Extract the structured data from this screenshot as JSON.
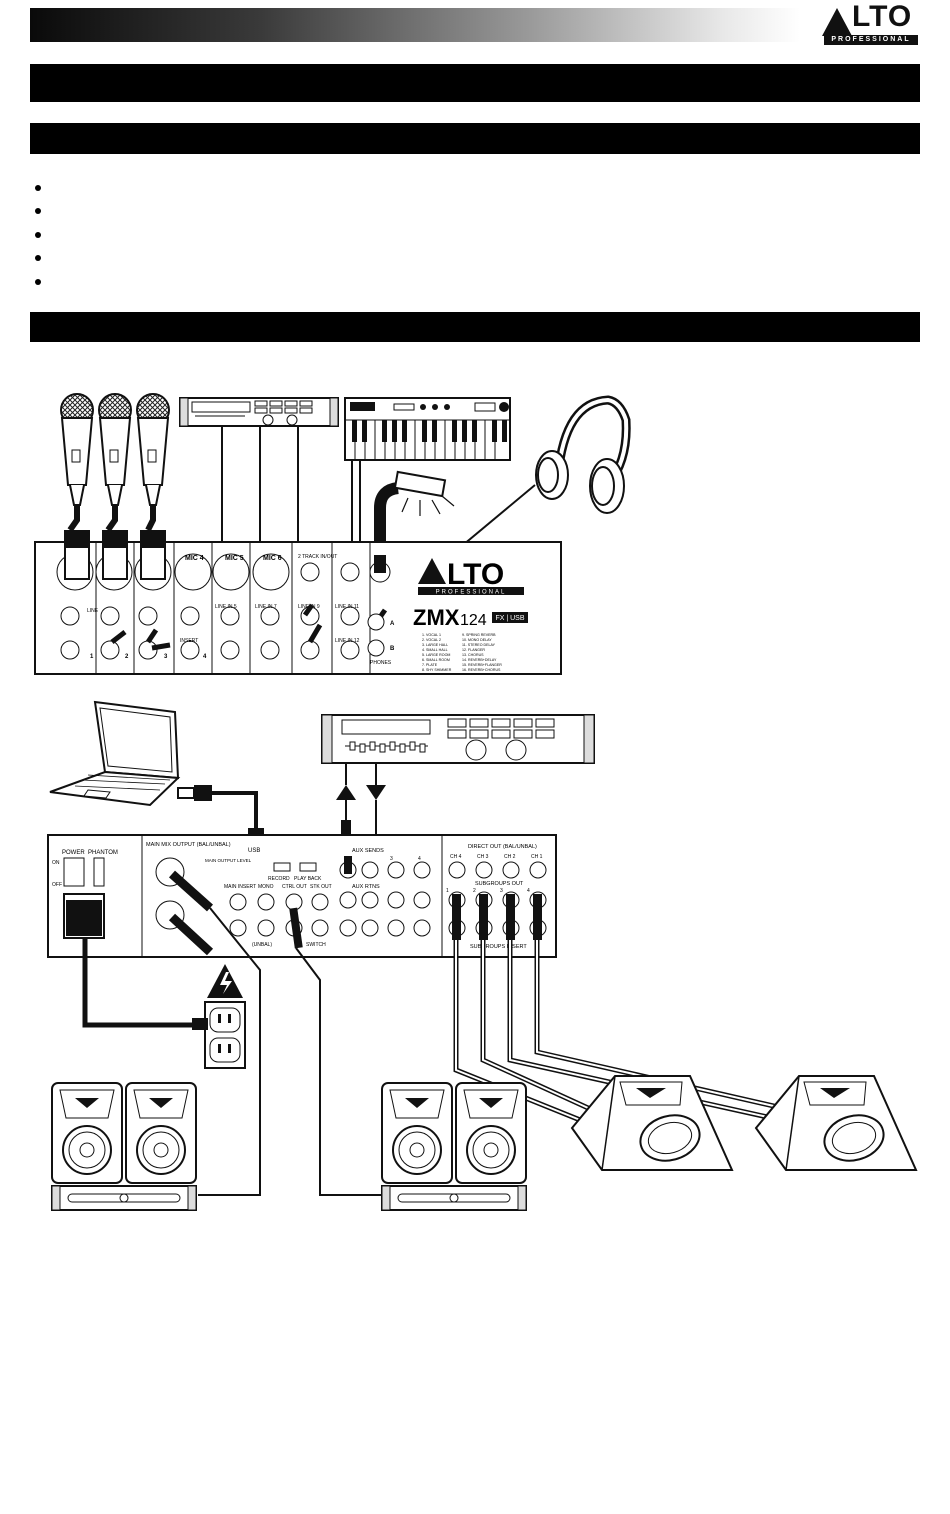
{
  "brand": {
    "logo_text": "LTO",
    "logo_sub": "PROFESSIONAL"
  },
  "bullets": [
    "",
    "",
    "",
    "",
    ""
  ],
  "top_mixer": {
    "brand": "LTO",
    "brand_sub": "PROFESSIONAL",
    "model": "ZMX",
    "model_num": "124",
    "badge": "FX | USB",
    "mic_labels": [
      "MIC 4",
      "MIC 5",
      "MIC 6"
    ],
    "channel_numbers": [
      "1",
      "2",
      "3",
      "4"
    ],
    "line_in_labels": [
      "LINE IN 5",
      "LINE IN 7",
      "LINE IN 9",
      "LINE IN 11",
      "LINE IN 12"
    ],
    "insert_label": "INSERT",
    "line_label": "LINE",
    "track_label": "2 TRACK IN/OUT",
    "phones_label": "PHONES",
    "phones_a": "A",
    "phones_b": "B",
    "effects_left": [
      "1. VOCAL 1",
      "2. VOCAL 2",
      "3. LARGE HALL",
      "4. SMALL HALL",
      "5. LARGE ROOM",
      "6. SMALL ROOM",
      "7. PLATE",
      "8. SHY SHIMMER"
    ],
    "effects_right": [
      "9. SPRING REVERB",
      "10. MONO DELAY",
      "11. STEREO DELAY",
      "12. FLANGER",
      "13. CHORUS",
      "14. REVERB+DELAY",
      "15. REVERB+FLANGER",
      "16. REVERB+CHORUS"
    ]
  },
  "rear_panel": {
    "power": "POWER",
    "phantom": "PHANTOM",
    "on": "ON",
    "off": "OFF",
    "main_mix_output": "MAIN MIX OUTPUT (BAL/UNBAL)",
    "usb": "USB",
    "record": "RECORD",
    "play_back": "PLAY BACK",
    "main_insert": "MAIN INSERT",
    "main_output_level": "MAIN OUTPUT LEVEL",
    "mono": "MONO",
    "ctrl_out": "CTRL OUT",
    "stk_out": "STK OUT",
    "aux_sends": "AUX SENDS",
    "aux_rtns": "AUX RTNS",
    "direct_out": "DIRECT OUT (BAL/UNBAL)",
    "channels": [
      "CH 4",
      "CH 3",
      "CH 2",
      "CH 1"
    ],
    "subgroups_out": "SUBGROUPS OUT",
    "subgroups_insert": "SUBGROUPS INSERT",
    "unbal": "(UNBAL)",
    "switch": "SWITCH",
    "aux_numbers": [
      "3",
      "4"
    ],
    "sub_numbers": [
      "1",
      "2",
      "3",
      "4"
    ]
  }
}
